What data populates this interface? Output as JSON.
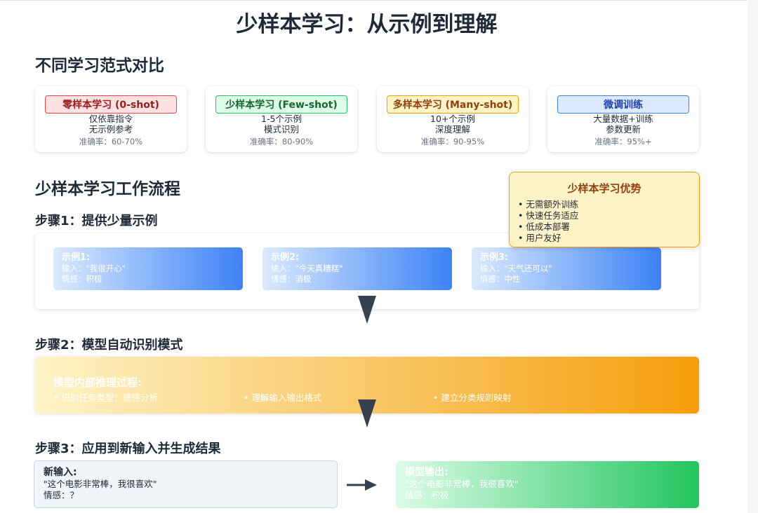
{
  "title": "少样本学习：从示例到理解",
  "comparison": {
    "heading": "不同学习范式对比",
    "cards": [
      {
        "badge": "零样本学习 (0-shot)",
        "line1": "仅依靠指令",
        "line2": "无示例参考",
        "accuracy": "准确率：60-70%",
        "bg": "#fee2e2",
        "border": "#ef4444",
        "color": "#991b1b"
      },
      {
        "badge": "少样本学习 (Few-shot)",
        "line1": "1-5个示例",
        "line2": "模式识别",
        "accuracy": "准确率：80-90%",
        "bg": "#dcfce7",
        "border": "#22c55e",
        "color": "#166534"
      },
      {
        "badge": "多样本学习 (Many-shot)",
        "line1": "10+个示例",
        "line2": "深度理解",
        "accuracy": "准确率：90-95%",
        "bg": "#fef3c7",
        "border": "#f59e0b",
        "color": "#92400e"
      },
      {
        "badge": "微调训练",
        "line1": "大量数据+训练",
        "line2": "参数更新",
        "accuracy": "准确率：95%+",
        "bg": "#dbeafe",
        "border": "#3b82f6",
        "color": "#1e40af"
      }
    ]
  },
  "workflow": {
    "heading": "少样本学习工作流程",
    "advantages": {
      "title": "少样本学习优势",
      "items": [
        "• 无需额外训练",
        "• 快速任务适应",
        "• 低成本部署",
        "• 用户友好"
      ]
    },
    "step1": {
      "title": "步骤1：提供少量示例",
      "examples": [
        {
          "title": "示例1:",
          "input": "输入：\"我很开心\"",
          "sentiment": "情感：积极"
        },
        {
          "title": "示例2:",
          "input": "输入：\"今天真糟糕\"",
          "sentiment": "情感：消极"
        },
        {
          "title": "示例3:",
          "input": "输入：\"天气还可以\"",
          "sentiment": "情感：中性"
        }
      ]
    },
    "step2": {
      "title": "步骤2：模型自动识别模式",
      "box_title": "模型内部推理过程:",
      "items": [
        "• 识别任务类型：情感分析",
        "• 理解输入输出格式",
        "• 建立分类规则映射"
      ]
    },
    "step3": {
      "title": "步骤3：应用到新输入并生成结果",
      "input": {
        "title": "新输入:",
        "text": "\"这个电影非常棒，我很喜欢\"",
        "sentiment": "情感：？"
      },
      "output": {
        "title": "模型输出:",
        "text": "\"这个电影非常棒，我很喜欢\"",
        "sentiment": "情感：积极"
      }
    }
  }
}
